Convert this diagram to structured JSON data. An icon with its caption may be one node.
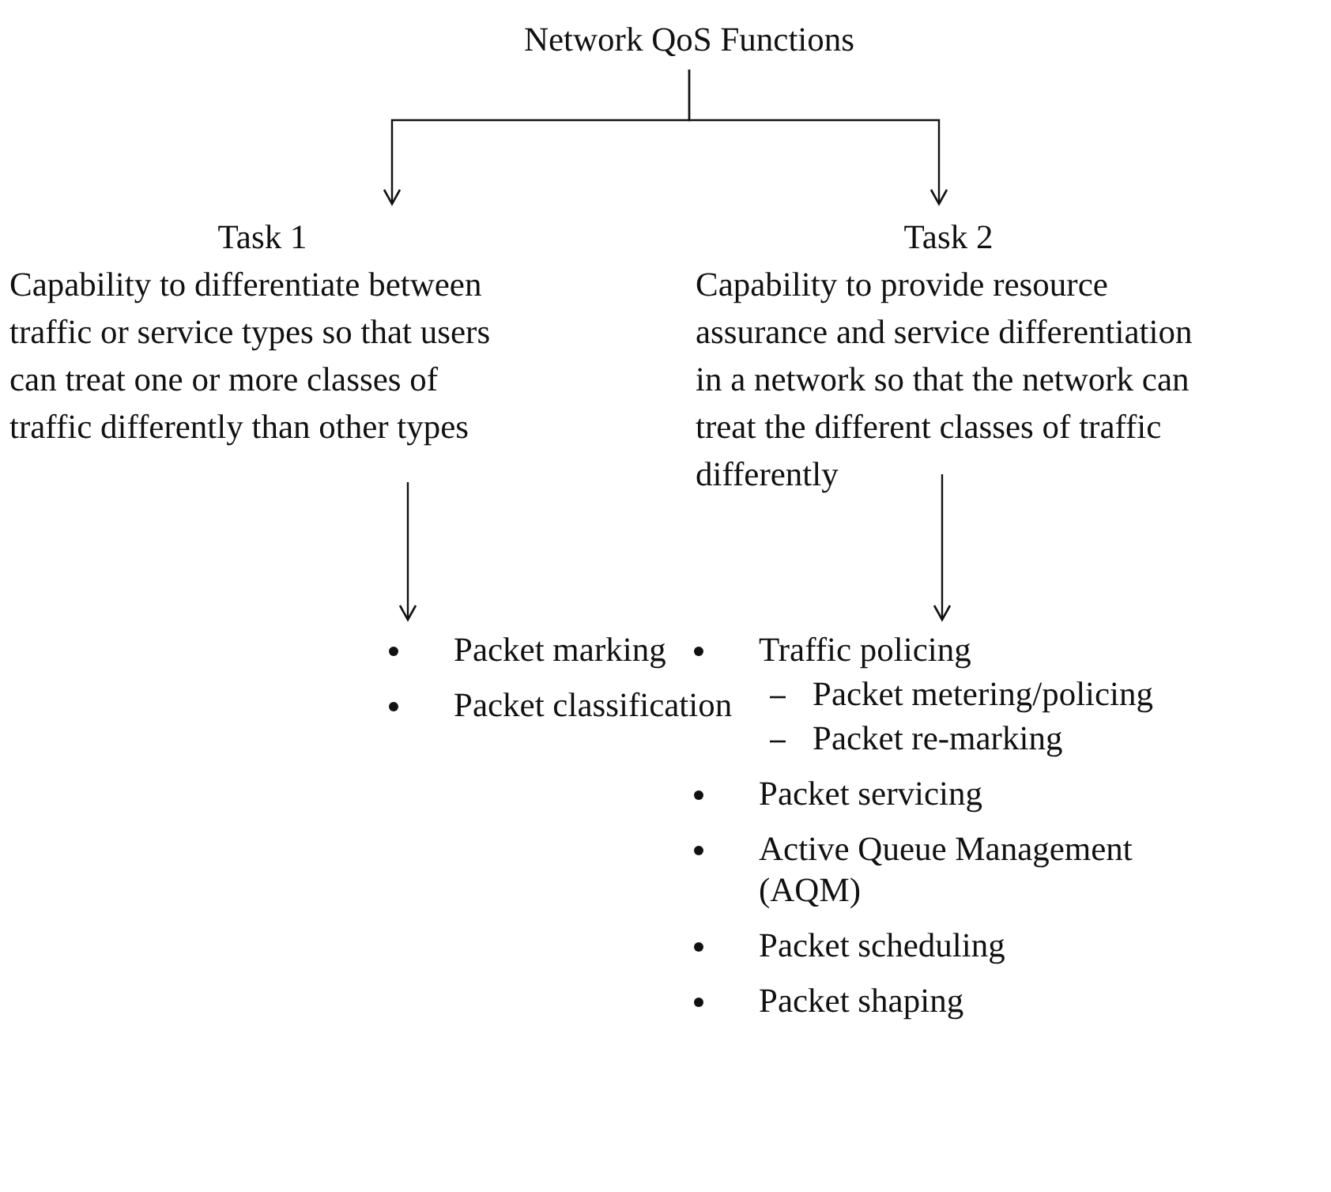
{
  "diagram": {
    "nodes": [
      {
        "text": [
          "Network QoS Functions"
        ]
      },
      {
        "text": [
          "Task 1",
          "Capability to differentiate between traffic or service types so that users can treat one or more classes of traffic differently than other types"
        ]
      },
      {
        "text": [
          "Task 2",
          "Capability to provide resource assurance and service differentiation in a network so that the network can treat the different classes of traffic differently"
        ]
      },
      {
        "text": [
          "Packet marking",
          "Packet classification"
        ]
      },
      {
        "text": [
          "Traffic policing",
          "Packet metering/policing",
          "Packet re-marking",
          "Packet servicing",
          "Active Queue Management (AQM)",
          "Packet scheduling",
          "Packet shaping"
        ]
      }
    ],
    "edges": [
      {
        "from": 0,
        "to": 1,
        "arrow": "to"
      },
      {
        "from": 0,
        "to": 2,
        "arrow": "to"
      },
      {
        "from": 1,
        "to": 3,
        "arrow": "to"
      },
      {
        "from": 2,
        "to": 4,
        "arrow": "to"
      }
    ]
  }
}
